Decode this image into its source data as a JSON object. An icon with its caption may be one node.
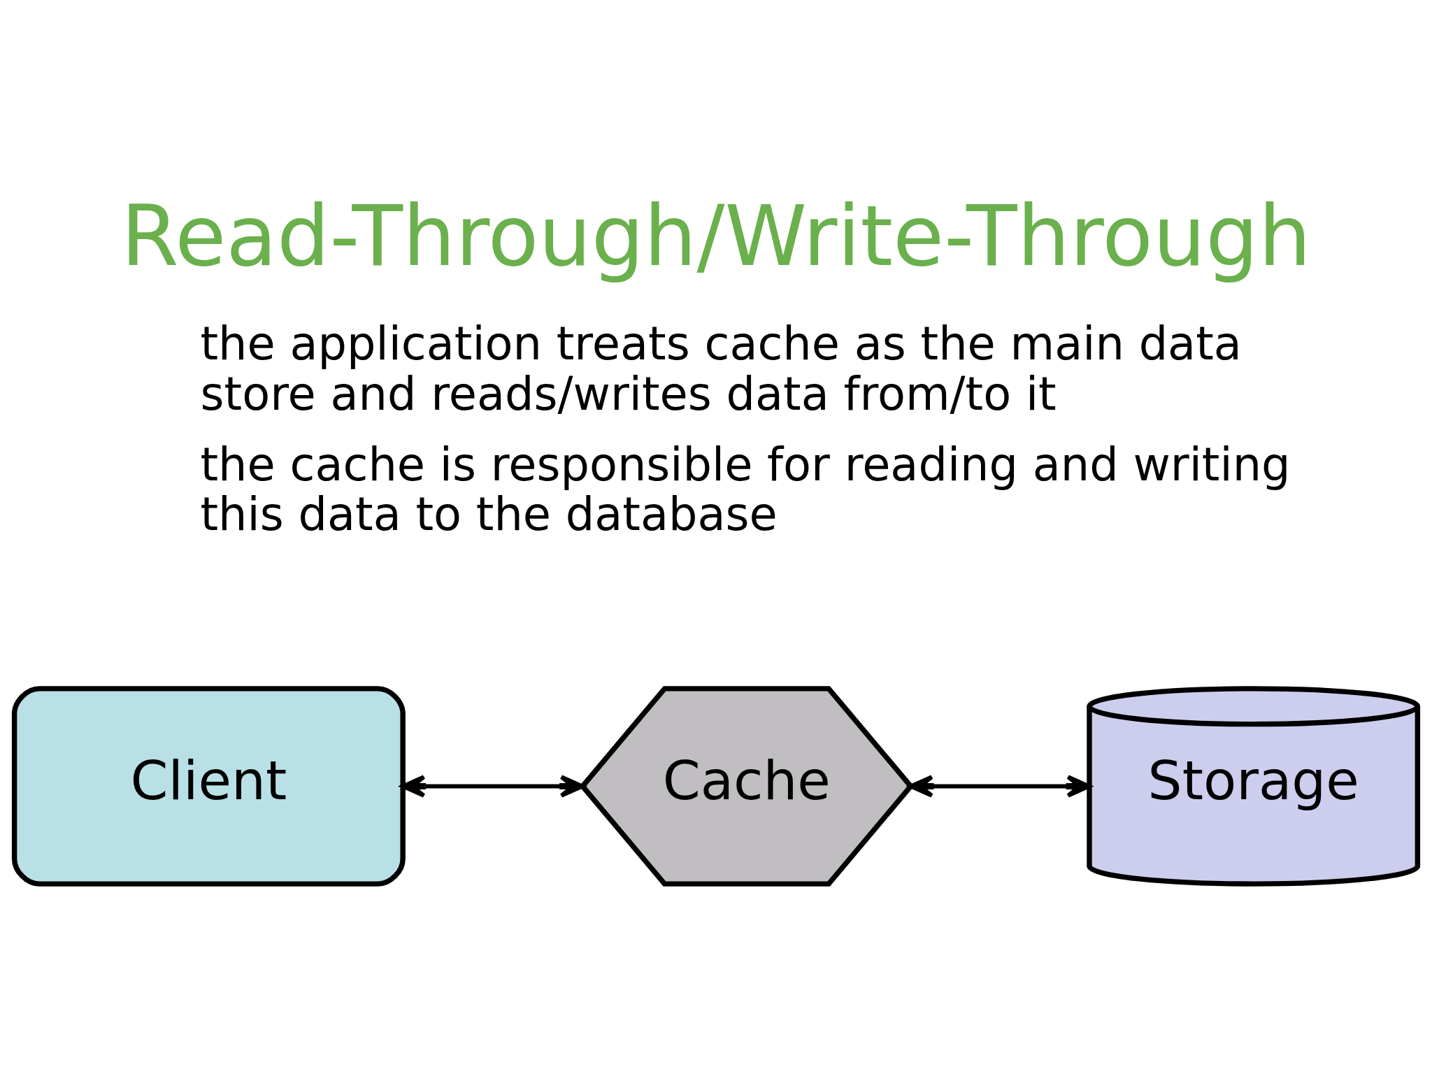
{
  "diagram": {
    "title": "Read-Through/Write-Through",
    "nodes": [
      {
        "text": [
          "Client"
        ]
      },
      {
        "text": [
          "Cache"
        ]
      },
      {
        "text": [
          "Storage"
        ]
      }
    ],
    "edges": [
      {
        "from": 0,
        "to": 1,
        "arrow": "both"
      },
      {
        "from": 1,
        "to": 2,
        "arrow": "both"
      }
    ],
    "labels": [
      "the application treats cache as the main data store and reads/writes data from/to it",
      "the cache is responsible for reading and writing this data to the database"
    ]
  }
}
